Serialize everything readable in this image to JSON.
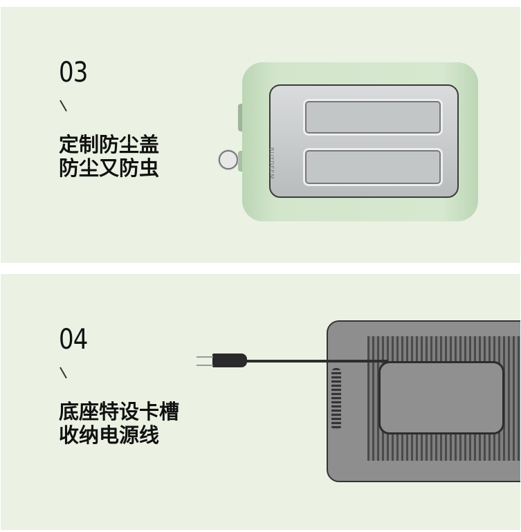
{
  "sections": [
    {
      "number": "03",
      "lines": [
        "定制防尘盖",
        "防尘又防虫"
      ],
      "brand": "BUYDEEM"
    },
    {
      "number": "04",
      "lines": [
        "底座特设卡槽",
        "收纳电源线"
      ]
    }
  ],
  "colors": {
    "background": "#ebf1e3",
    "toaster_green": "#cfe3c8",
    "silver": "#c9cbcc",
    "base_gray": "#8d8e8d"
  }
}
